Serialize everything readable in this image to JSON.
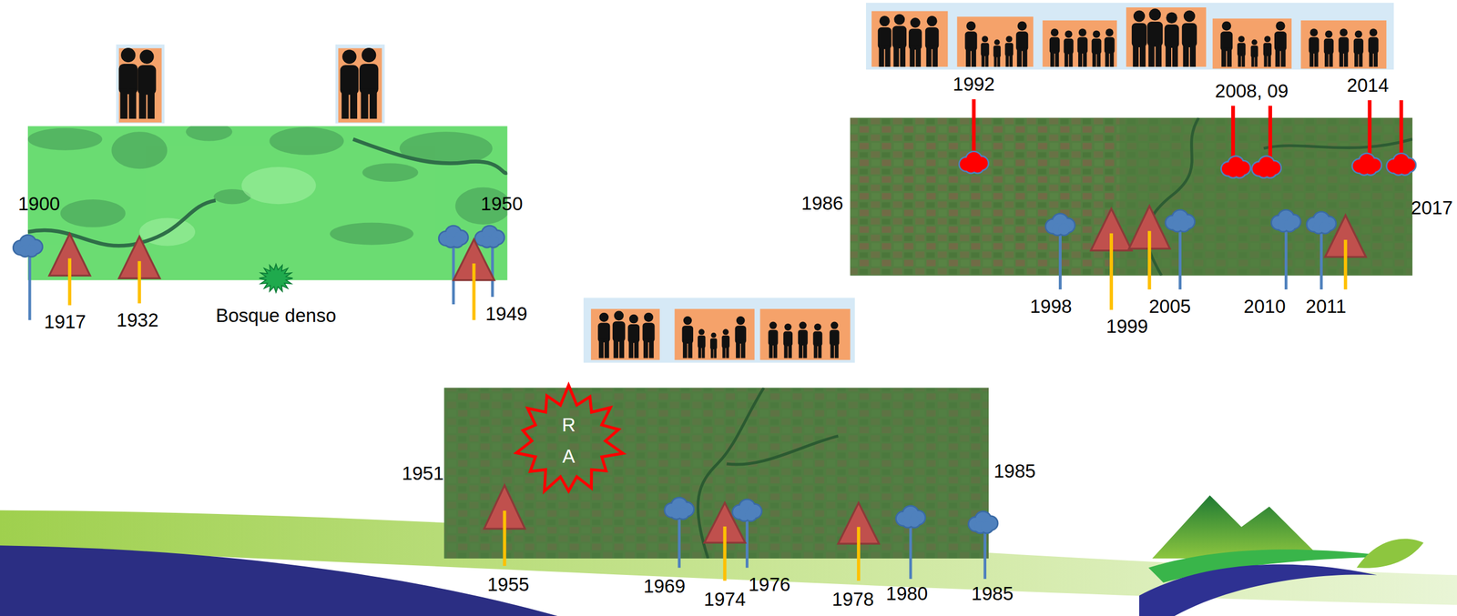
{
  "diagram": {
    "nodes": [
      {
        "text": [
          "R A"
        ]
      }
    ],
    "labels": [
      "1900",
      "1950",
      "1917",
      "1932",
      "Bosque denso",
      "1949",
      "1992",
      "2008, 09",
      "2014",
      "1986",
      "2017",
      "1998",
      "1999",
      "2005",
      "2010",
      "2011",
      "1951",
      "1985",
      "1955",
      "1969",
      "1974",
      "1976",
      "1978",
      "1980",
      "1985"
    ]
  }
}
